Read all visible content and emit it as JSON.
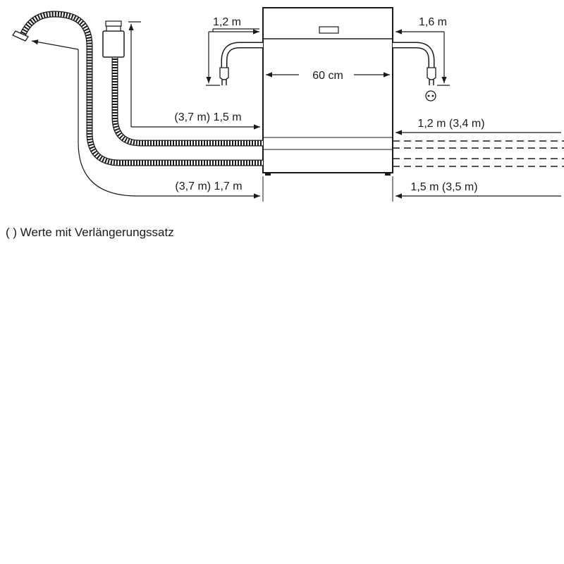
{
  "labels": {
    "power_left": "1,2 m",
    "power_right": "1,6 m",
    "width": "60 cm",
    "inlet_hose": "(3,7 m) 1,5 m",
    "drain_hose": "(3,7 m) 1,7 m",
    "right_upper": "1,2 m (3,4 m)",
    "right_lower": "1,5 m (3,5 m)"
  },
  "footnote": "( ) Werte mit Verlängerungssatz"
}
